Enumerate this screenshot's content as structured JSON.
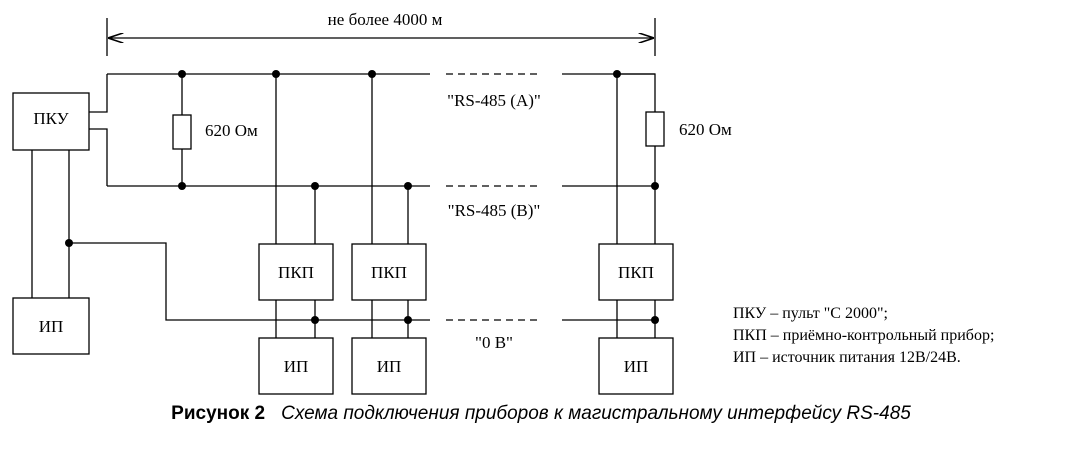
{
  "dimension_label": "не более 4000 м",
  "bus_labels": {
    "a": "\"RS-485 (A)\"",
    "b": "\"RS-485 (B)\"",
    "zero": "\"0 В\""
  },
  "resistor_label": "620 Ом",
  "blocks": {
    "pku": "ПКУ",
    "pkp": "ПКП",
    "ip": "ИП"
  },
  "legend": [
    "ПКУ – пульт \"С 2000\";",
    "ПКП – приёмно-контрольный прибор;",
    "ИП – источник питания 12В/24В."
  ],
  "caption": {
    "number": "Рисунок 2",
    "title": "Схема подключения приборов к магистральному интерфейсу RS-485"
  }
}
